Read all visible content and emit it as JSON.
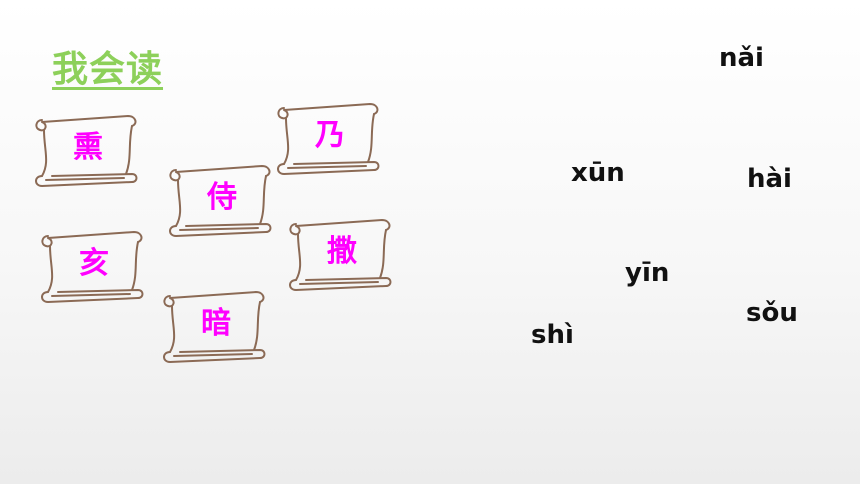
{
  "title": "我会读",
  "characters": [
    "熏",
    "侍",
    "乃",
    "亥",
    "撒",
    "暗"
  ],
  "pinyin": [
    "nǎi",
    "xūn",
    "hài",
    "yīn",
    "sǒu",
    "shì"
  ],
  "colors": {
    "title": "#8dd05a",
    "character": "#ff00ff",
    "pinyin": "#111111",
    "scroll_outline": "#8b6a55"
  },
  "icons": [
    "scroll-icon"
  ]
}
